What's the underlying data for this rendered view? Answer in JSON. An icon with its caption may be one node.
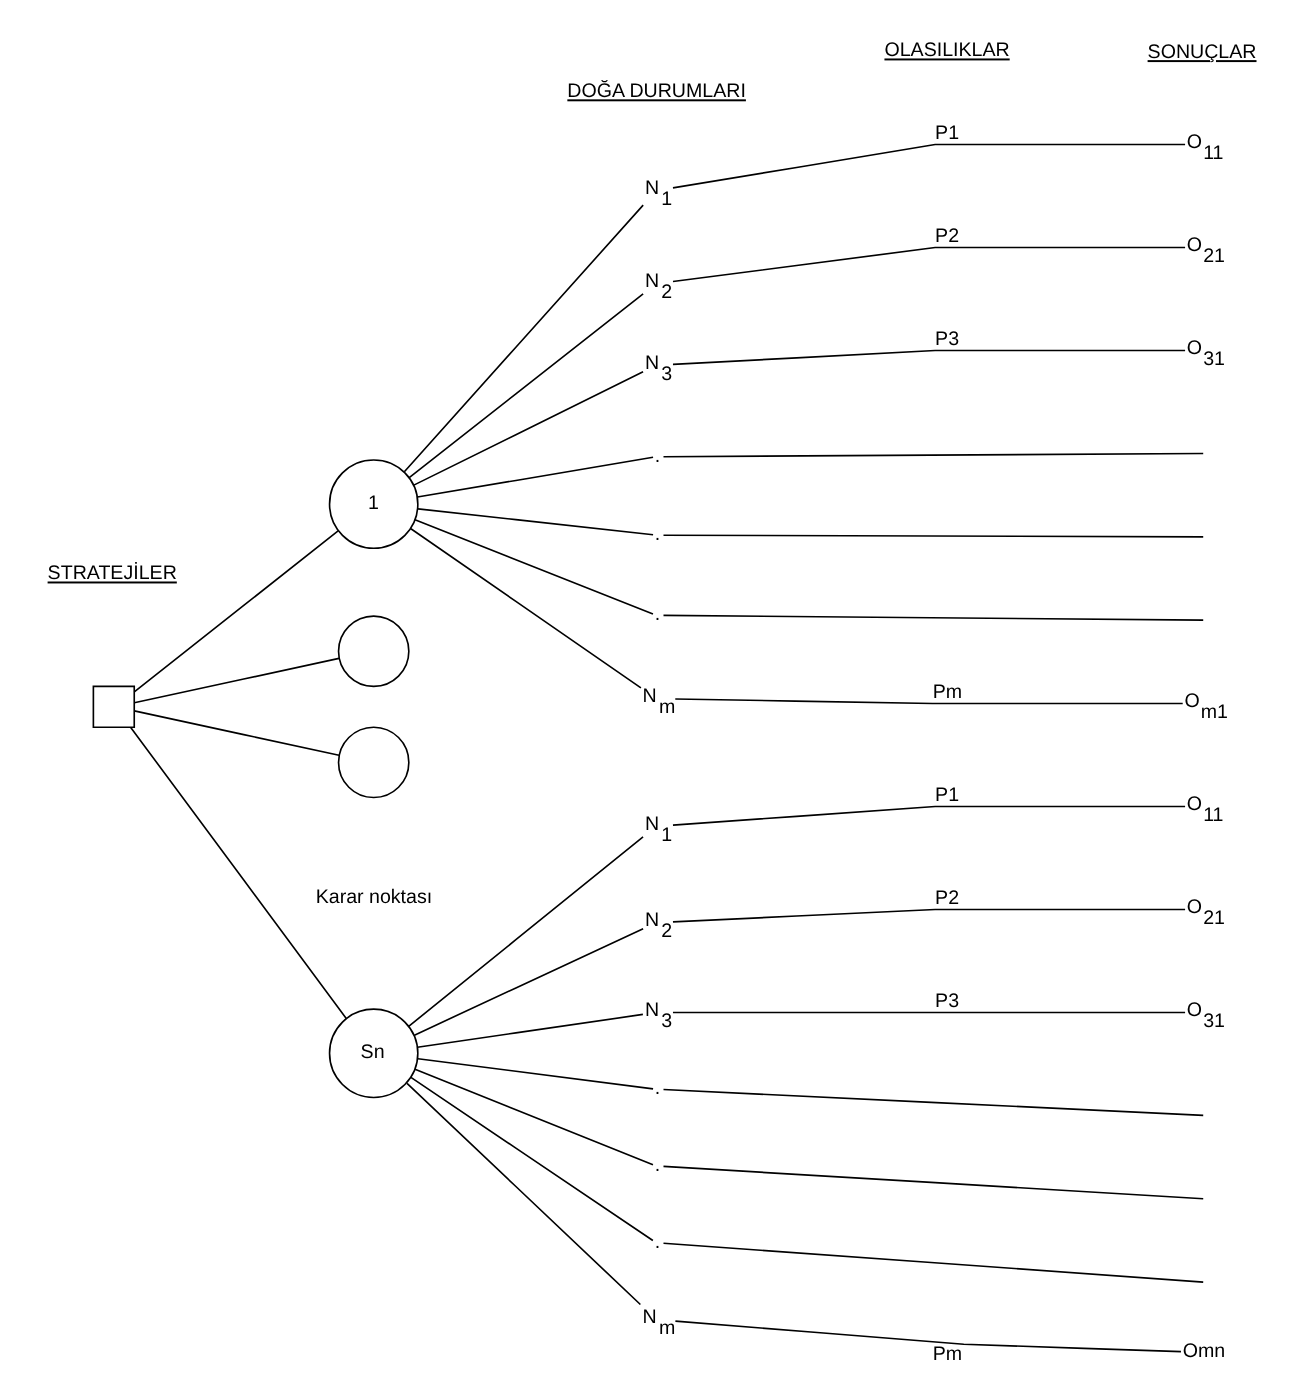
{
  "diagram": {
    "nodes": [
      {
        "text": [],
        "shape": "box"
      },
      {
        "text": [
          "1"
        ]
      },
      {
        "text": [],
        "shape": "circle"
      },
      {
        "text": [],
        "shape": "circle"
      },
      {
        "text": [
          "Sn"
        ]
      },
      {
        "text": [
          "N$_{1}$"
        ]
      },
      {
        "text": [
          "N$_{2}$"
        ]
      },
      {
        "text": [
          "N$_{3}$"
        ]
      },
      {
        "text": [
          "."
        ]
      },
      {
        "text": [
          "."
        ]
      },
      {
        "text": [
          "."
        ]
      },
      {
        "text": [
          "N$_{m}$"
        ]
      },
      {
        "text": [
          "O$_{11}$"
        ]
      },
      {
        "text": [
          "O$_{21}$"
        ]
      },
      {
        "text": [
          "O$_{31}$"
        ]
      },
      {
        "text": [
          "O$_{m1}$"
        ]
      },
      {
        "text": [
          "N$_{1}$"
        ]
      },
      {
        "text": [
          "N$_{2}$"
        ]
      },
      {
        "text": [
          "N$_{3}$"
        ]
      },
      {
        "text": [
          "."
        ]
      },
      {
        "text": [
          "."
        ]
      },
      {
        "text": [
          "."
        ]
      },
      {
        "text": [
          "N$_{m}$"
        ]
      },
      {
        "text": [
          "O$_{11}$"
        ]
      },
      {
        "text": [
          "O$_{21}$"
        ]
      },
      {
        "text": [
          "O$_{31}$"
        ]
      },
      {
        "text": [
          "Omn"
        ]
      }
    ],
    "edges": [
      {
        "from": 0,
        "to": 1,
        "arrow": "none"
      },
      {
        "from": 0,
        "to": 2,
        "arrow": "none"
      },
      {
        "from": 0,
        "to": 3,
        "arrow": "none"
      },
      {
        "from": 0,
        "to": 4,
        "arrow": "none"
      },
      {
        "from": 1,
        "to": 5,
        "arrow": "none"
      },
      {
        "from": 1,
        "to": 6,
        "arrow": "none"
      },
      {
        "from": 1,
        "to": 7,
        "arrow": "none"
      },
      {
        "from": 1,
        "to": 8,
        "arrow": "none"
      },
      {
        "from": 1,
        "to": 9,
        "arrow": "none"
      },
      {
        "from": 1,
        "to": 10,
        "arrow": "none"
      },
      {
        "from": 1,
        "to": 11,
        "arrow": "none"
      },
      {
        "from": 5,
        "to": 12,
        "label": "P1",
        "arrow": "none"
      },
      {
        "from": 6,
        "to": 13,
        "label": "P2",
        "arrow": "none"
      },
      {
        "from": 7,
        "to": 14,
        "label": "P3",
        "arrow": "none"
      },
      {
        "from": 8,
        "to": null,
        "arrow": "none"
      },
      {
        "from": 9,
        "to": null,
        "arrow": "none"
      },
      {
        "from": 10,
        "to": null,
        "arrow": "none"
      },
      {
        "from": 11,
        "to": 15,
        "label": "Pm",
        "arrow": "none"
      },
      {
        "from": 4,
        "to": 16,
        "arrow": "none"
      },
      {
        "from": 4,
        "to": 17,
        "arrow": "none"
      },
      {
        "from": 4,
        "to": 18,
        "arrow": "none"
      },
      {
        "from": 4,
        "to": 19,
        "arrow": "none"
      },
      {
        "from": 4,
        "to": 20,
        "arrow": "none"
      },
      {
        "from": 4,
        "to": 21,
        "arrow": "none"
      },
      {
        "from": 4,
        "to": 22,
        "arrow": "none"
      },
      {
        "from": 16,
        "to": 23,
        "label": "P1",
        "arrow": "none"
      },
      {
        "from": 17,
        "to": 24,
        "label": "P2",
        "arrow": "none"
      },
      {
        "from": 18,
        "to": 25,
        "label": "P3",
        "arrow": "none"
      },
      {
        "from": 19,
        "to": null,
        "arrow": "none"
      },
      {
        "from": 20,
        "to": null,
        "arrow": "none"
      },
      {
        "from": 21,
        "to": null,
        "arrow": "none"
      },
      {
        "from": 22,
        "to": 26,
        "label": "Pm",
        "arrow": "none"
      }
    ],
    "labels": [
      "DOĞA DURUMLARI",
      "OLASILIKLAR",
      "SONUÇLAR",
      "STRATEJİLER",
      "Karar noktası"
    ]
  }
}
